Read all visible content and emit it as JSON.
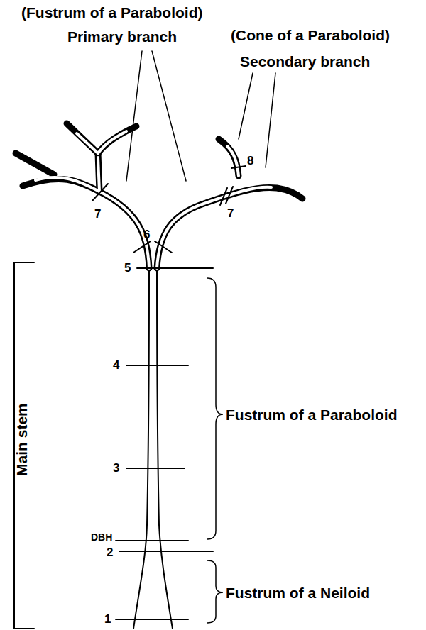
{
  "diagram": {
    "labels": [
      "(Fustrum of a Paraboloid)",
      "Primary branch",
      "(Cone of a Paraboloid)",
      "Secondary branch",
      "Main stem",
      "Fustrum of a Paraboloid",
      "Fustrum of a Neiloid",
      "DBH",
      "1",
      "2",
      "3",
      "4",
      "5",
      "6",
      "7",
      "7",
      "8"
    ]
  }
}
